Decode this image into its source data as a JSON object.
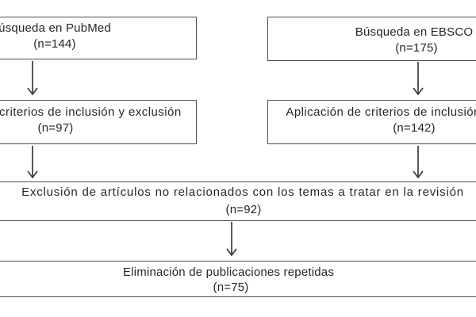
{
  "diagram": {
    "title": "flujo-de-busqueda-bibliografica",
    "colors": {
      "background": "#ffffff",
      "box_border": "#4f4f4f",
      "text": "#262626",
      "arrow": "#3a3a3a"
    },
    "icons": {
      "connector": "down-arrow"
    },
    "boxes": {
      "pubmed": {
        "line1": "Búsqueda en PubMed",
        "line2": "(n=144)"
      },
      "ebsco": {
        "line1": "Búsqueda en EBSCO",
        "line2": "(n=175)"
      },
      "criteria_left": {
        "line1": "Aplicación de criterios de inclusión y exclusión",
        "line2": "(n=97)"
      },
      "criteria_right": {
        "line1": "Aplicación de criterios de inclusión y exclusión",
        "line2": "(n=142)"
      },
      "exclusion": {
        "line1": "Exclusión de artículos no relacionados con los temas a tratar en la revisión",
        "line2": "(n=92)"
      },
      "elimination": {
        "line1": "Eliminación de publicaciones repetidas",
        "line2": "(n=75)"
      }
    }
  }
}
